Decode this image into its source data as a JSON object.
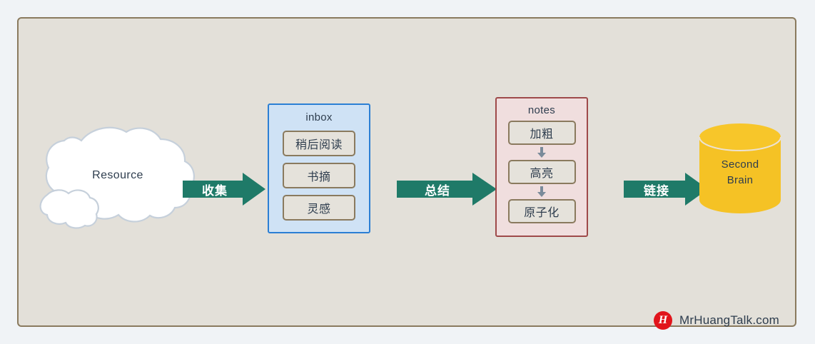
{
  "canvas": {
    "background": "#e3e0d9",
    "border_color": "#8a7a5e",
    "page_background": "#f0f3f6"
  },
  "palette": {
    "arrow_teal": "#1f7a68",
    "inbox_fill": "#cfe2f5",
    "inbox_stroke": "#2b7fd4",
    "notes_fill": "#f0dede",
    "notes_stroke": "#9e4a4a",
    "item_fill": "#e5e2db",
    "item_stroke": "#8a7a5e",
    "cylinder_fill": "#f5c225",
    "cloud_fill": "#ffffff",
    "cloud_stroke": "#c6d0db",
    "text_dark": "#2e3d4e",
    "mini_arrow": "#7a8b9a",
    "logo_red": "#e1141b"
  },
  "source": {
    "label": "Resource",
    "shape": "cloud-shape"
  },
  "arrows": [
    {
      "name": "collect",
      "label": "收集"
    },
    {
      "name": "summarize",
      "label": "总结"
    },
    {
      "name": "link",
      "label": "链接"
    }
  ],
  "inbox": {
    "title": "inbox",
    "items": [
      {
        "label": "稍后阅读"
      },
      {
        "label": "书摘"
      },
      {
        "label": "灵感"
      }
    ]
  },
  "notes": {
    "title": "notes",
    "items": [
      {
        "label": "加粗"
      },
      {
        "label": "高亮"
      },
      {
        "label": "原子化"
      }
    ],
    "connector": "down-arrow-icon"
  },
  "destination": {
    "line1": "Second",
    "line2": "Brain",
    "shape": "database-cylinder-icon"
  },
  "watermark": {
    "logo_letter": "H",
    "text": "MrHuangTalk.com"
  }
}
